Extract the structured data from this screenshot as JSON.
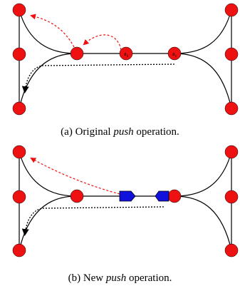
{
  "panel_a": {
    "caption_prefix": "(a) Original ",
    "caption_emph": "push",
    "caption_suffix": " operation.",
    "agents": [
      "a",
      "a"
    ]
  },
  "panel_b": {
    "caption_prefix": "(b) New ",
    "caption_emph": "push",
    "caption_suffix": " operation."
  },
  "colors": {
    "vertex": "#ee1111",
    "edge": "#000000",
    "red_arrow": "#ee1111",
    "black_arrow": "#000000",
    "agent_blue": "#1111dd"
  }
}
